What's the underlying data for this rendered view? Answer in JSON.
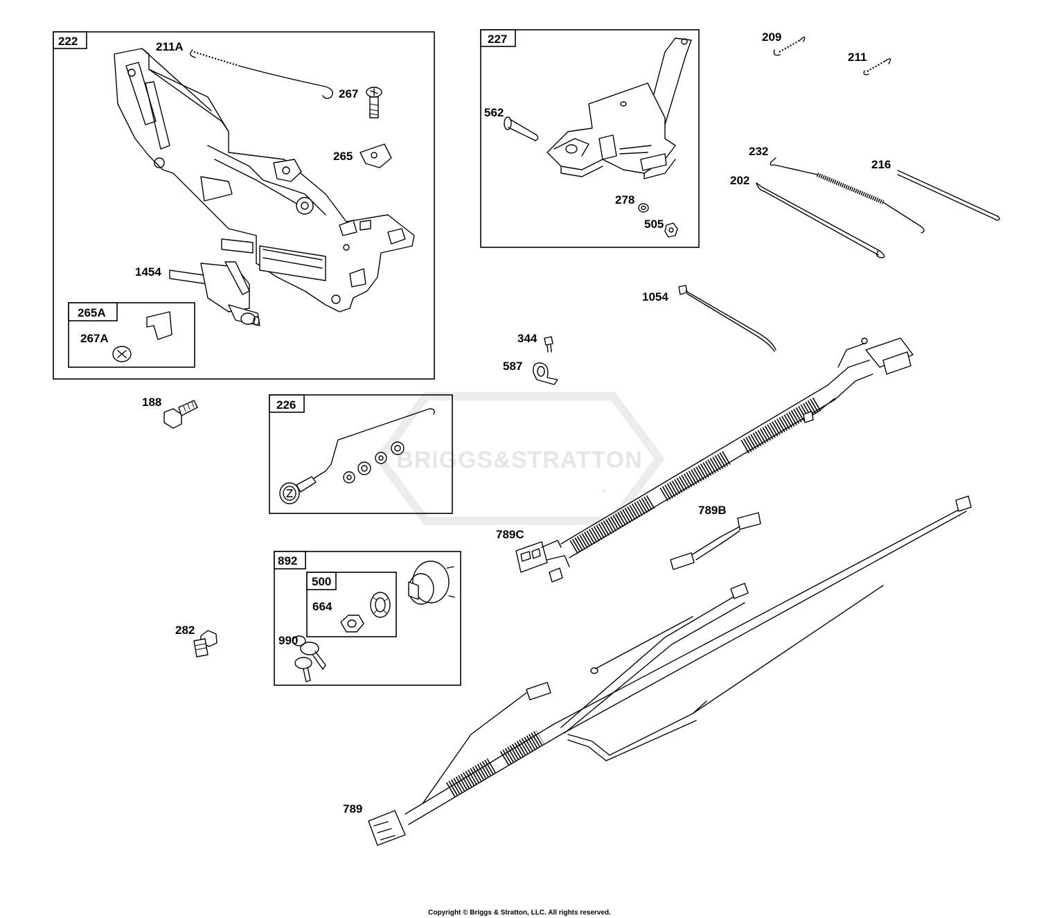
{
  "watermark": "BRIGGS&STRATTON",
  "watermark_mark": "®",
  "copyright": "Copyright © Briggs & Stratton, LLC. All rights reserved.",
  "groups": {
    "g222": "222",
    "g265A": "265A",
    "g227": "227",
    "g226": "226",
    "g892": "892",
    "g500": "500"
  },
  "parts": {
    "p211A": "211A",
    "p267": "267",
    "p265": "265",
    "p1454": "1454",
    "p267A": "267A",
    "p562": "562",
    "p278": "278",
    "p505": "505",
    "p209": "209",
    "p211": "211",
    "p232": "232",
    "p202": "202",
    "p216": "216",
    "p1054": "1054",
    "p344": "344",
    "p587": "587",
    "p188": "188",
    "p789C": "789C",
    "p789B": "789B",
    "p664": "664",
    "p990": "990",
    "p282": "282",
    "p789": "789"
  }
}
